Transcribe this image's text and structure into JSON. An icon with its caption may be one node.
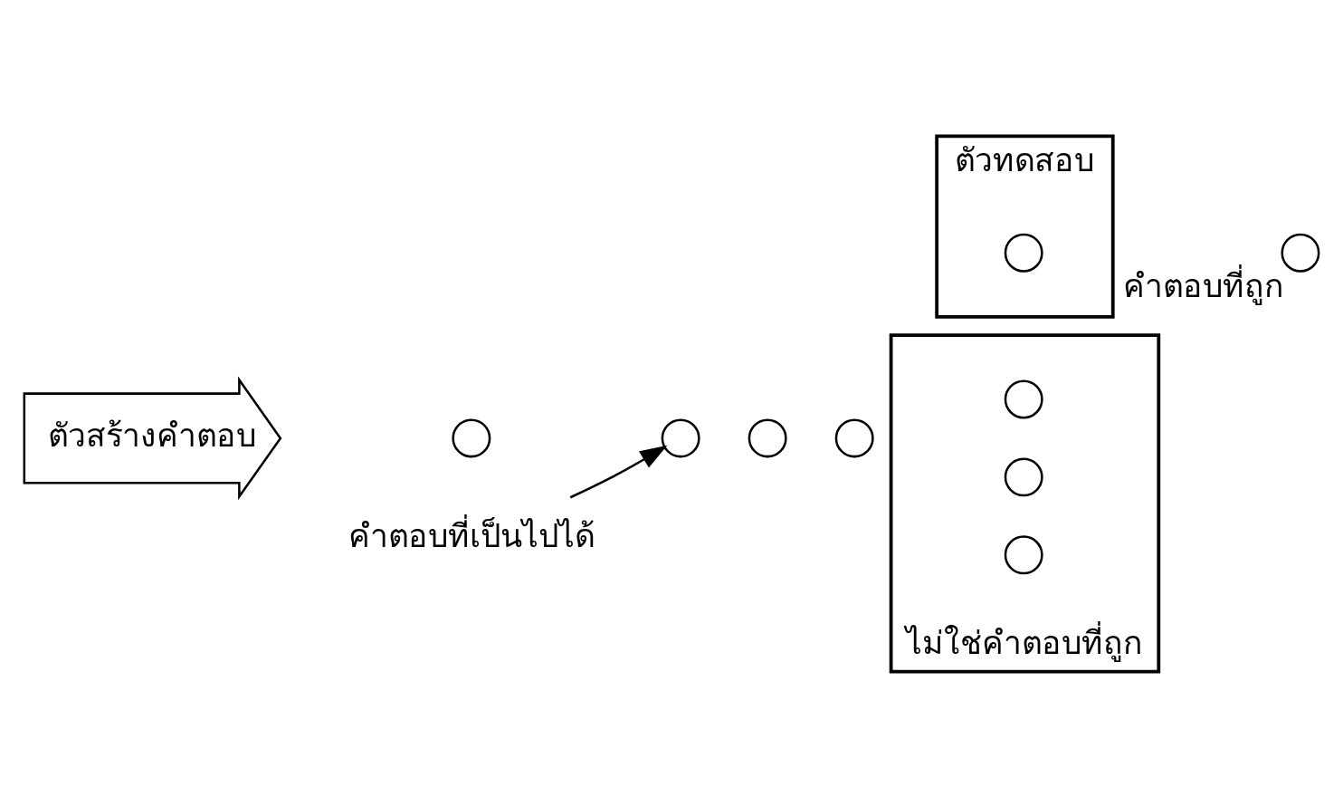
{
  "diagram": {
    "nodes": [
      {
        "text": [
          "ตัวสร้างคำตอบ"
        ]
      },
      {
        "text": [],
        "shape": "circle"
      },
      {
        "text": [],
        "shape": "circle"
      },
      {
        "text": [],
        "shape": "circle"
      },
      {
        "text": [],
        "shape": "circle"
      },
      {
        "text": [
          "ตัวทดสอบ"
        ]
      },
      {
        "text": [],
        "shape": "circle",
        "in": 5
      },
      {
        "text": [],
        "shape": "circle",
        "beside": [
          "คำตอบที่ถูก"
        ]
      },
      {
        "text": [
          "คำตอบที่เป็นไปได้"
        ]
      },
      {
        "text": [
          "ไม่ใช่คำตอบที่ถูก"
        ]
      },
      {
        "text": [],
        "shape": "circle",
        "in": 9
      },
      {
        "text": [],
        "shape": "circle",
        "in": 9
      },
      {
        "text": [],
        "shape": "circle",
        "in": 9
      }
    ],
    "edges": [
      {
        "from": 8,
        "to": 2,
        "arrow": "to"
      }
    ]
  }
}
